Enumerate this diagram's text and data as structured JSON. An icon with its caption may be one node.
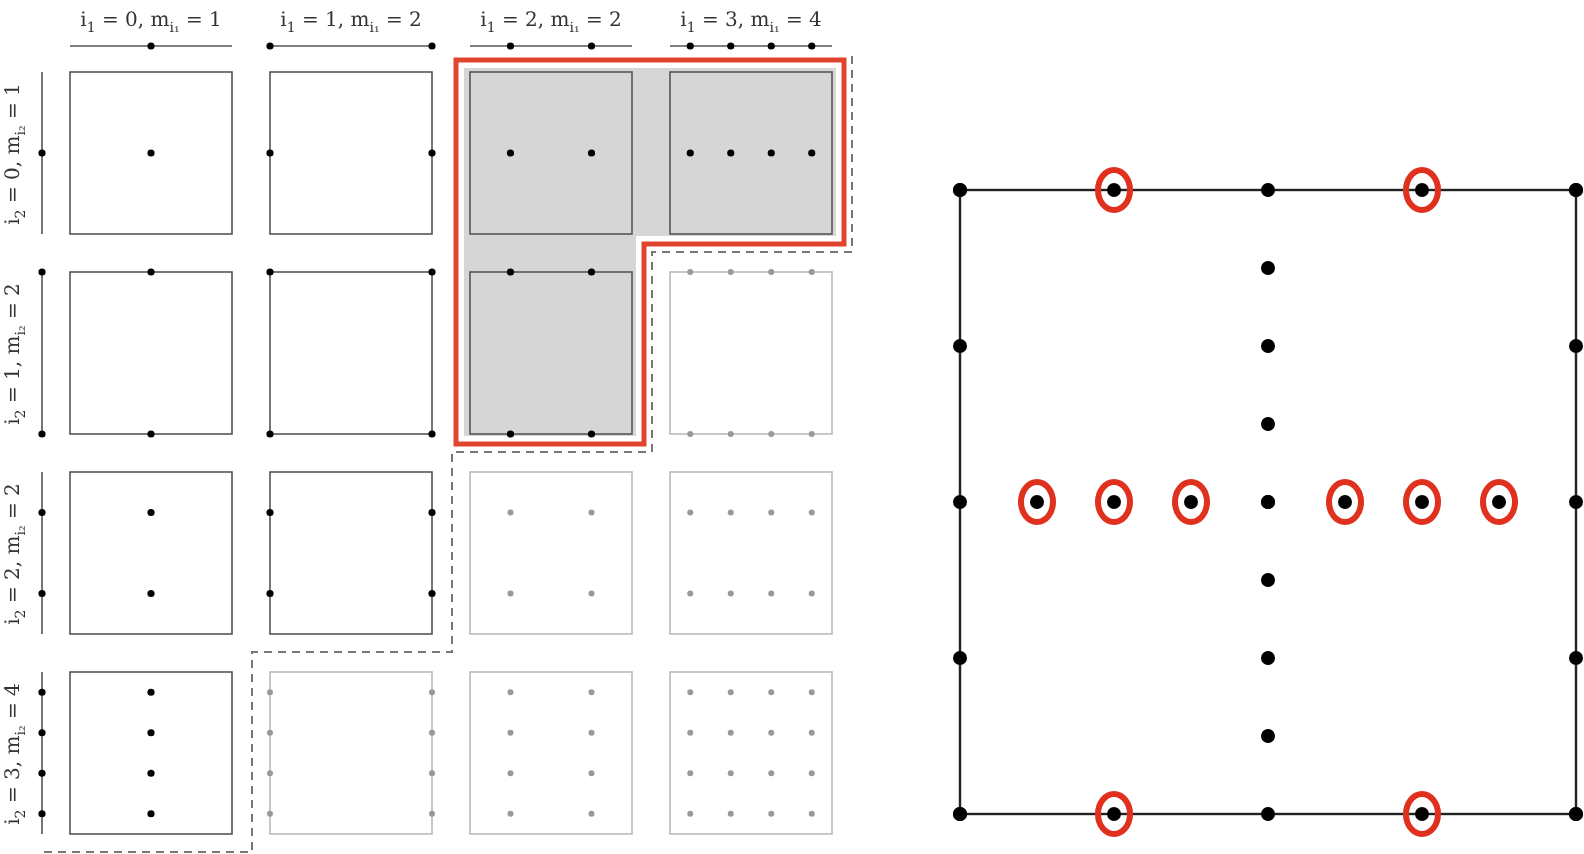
{
  "diagram": {
    "labels": [
      "i$_{1}$ = 0, m$_{i₁}$ = 1",
      "i$_{1}$ = 1, m$_{i₁}$ = 2",
      "i$_{1}$ = 2, m$_{i₁}$ = 2",
      "i$_{1}$ = 3, m$_{i₁}$ = 4",
      "i$_{2}$ = 0, m$_{i₂}$ = 1",
      "i$_{2}$ = 1, m$_{i₂}$ = 2",
      "i$_{2}$ = 2, m$_{i₂}$ = 2",
      "i$_{2}$ = 3, m$_{i₂}$ = 4"
    ]
  }
}
